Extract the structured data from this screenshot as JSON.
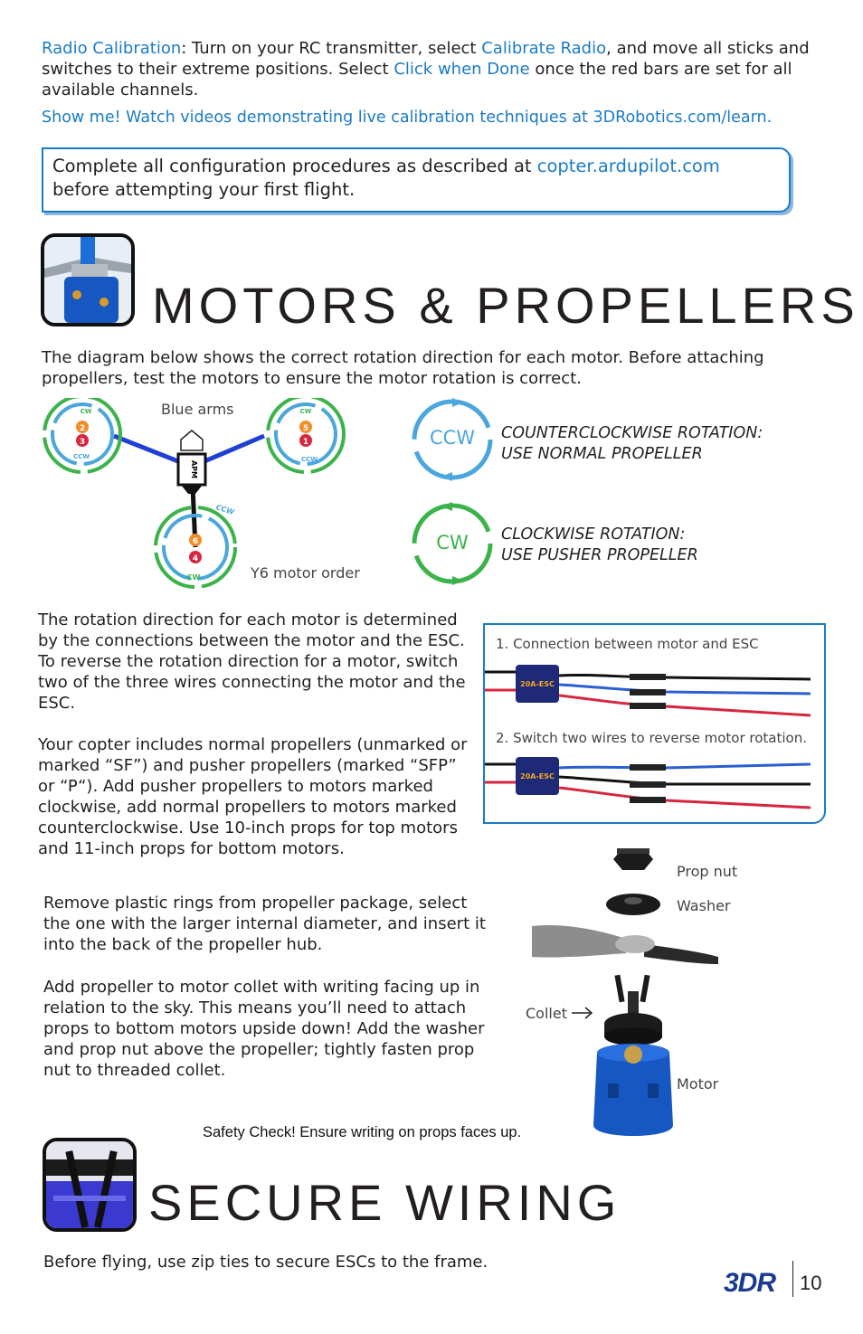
{
  "intro": {
    "radio_term": "Radio Calibration",
    "radio_p1": ": Turn on your RC transmitter, select ",
    "radio_link1": "Calibrate Radio",
    "radio_p2": ", and move all sticks and switches to their extreme positions. Select ",
    "radio_link2": "Click when Done",
    "radio_p3": " once the red bars are set for all available channels.",
    "showme": "Show me! Watch videos demonstrating live calibration techniques at 3DRobotics.com/learn."
  },
  "notice": {
    "p1": "Complete all configuration procedures as described at ",
    "link": "copter.ardupilot.com",
    "p2": "before attempting your first flight."
  },
  "motors": {
    "title": "MOTORS & PROPELLERS",
    "intro": "The diagram below shows the correct rotation direction for each motor. Before attaching propellers, test the motors to ensure the motor rotation is correct.",
    "diagram": {
      "blue_arms": "Blue arms",
      "order_caption": "Y6 motor order",
      "apm": "APM",
      "cw": "CW",
      "ccw": "CCW",
      "motor_numbers": [
        "2",
        "3",
        "5",
        "1",
        "6",
        "4"
      ],
      "colors": {
        "ccw": "#4aa6dd",
        "cw": "#3cb34a",
        "top": "#f28c28",
        "bottom": "#d7263d",
        "arm": "#1f3fd6"
      }
    },
    "legend": [
      {
        "badge": "CCW",
        "line1": "COUNTERCLOCKWISE ROTATION:",
        "line2": "USE NORMAL PROPELLER"
      },
      {
        "badge": "CW",
        "line1": "CLOCKWISE ROTATION:",
        "line2": "USE PUSHER PROPELLER"
      }
    ],
    "rotation_text": "The rotation direction for each motor is determined by the connections between the motor and the ESC. To reverse the rotation direction for a motor, switch two of the three wires connecting the motor and the ESC.",
    "props_text": "Your copter includes normal propellers (unmarked or marked “SF”) and pusher propellers (marked “SFP” or “P“). Add pusher propellers to motors marked clockwise, add normal propellers to motors marked counterclockwise. Use 10-inch props for top motors and 11-inch props for bottom motors.",
    "esc_panel": {
      "caption1": "1. Connection between motor and ESC",
      "caption2": "2. Switch two wires to reverse motor rotation.",
      "esc_label": "20A-ESC"
    },
    "rings_text": "Remove plastic rings from propeller package, select the one with the larger internal diameter, and insert it into the back of the propeller hub.",
    "mount_text": "Add propeller to motor collet with writing facing up in relation to the sky. This means you’ll need to attach props to bottom motors upside down! Add the washer and prop nut above the propeller; tightly fasten prop nut to threaded collet.",
    "parts": {
      "prop_nut": "Prop nut",
      "washer": "Washer",
      "collet": "Collet",
      "motor": "Motor"
    },
    "safety": "Safety Check! Ensure writing on props faces up."
  },
  "wiring": {
    "title": "SECURE WIRING",
    "text": "Before flying, use zip ties to secure ESCs to the frame."
  },
  "footer": {
    "logo": "3DR",
    "page": "10"
  }
}
